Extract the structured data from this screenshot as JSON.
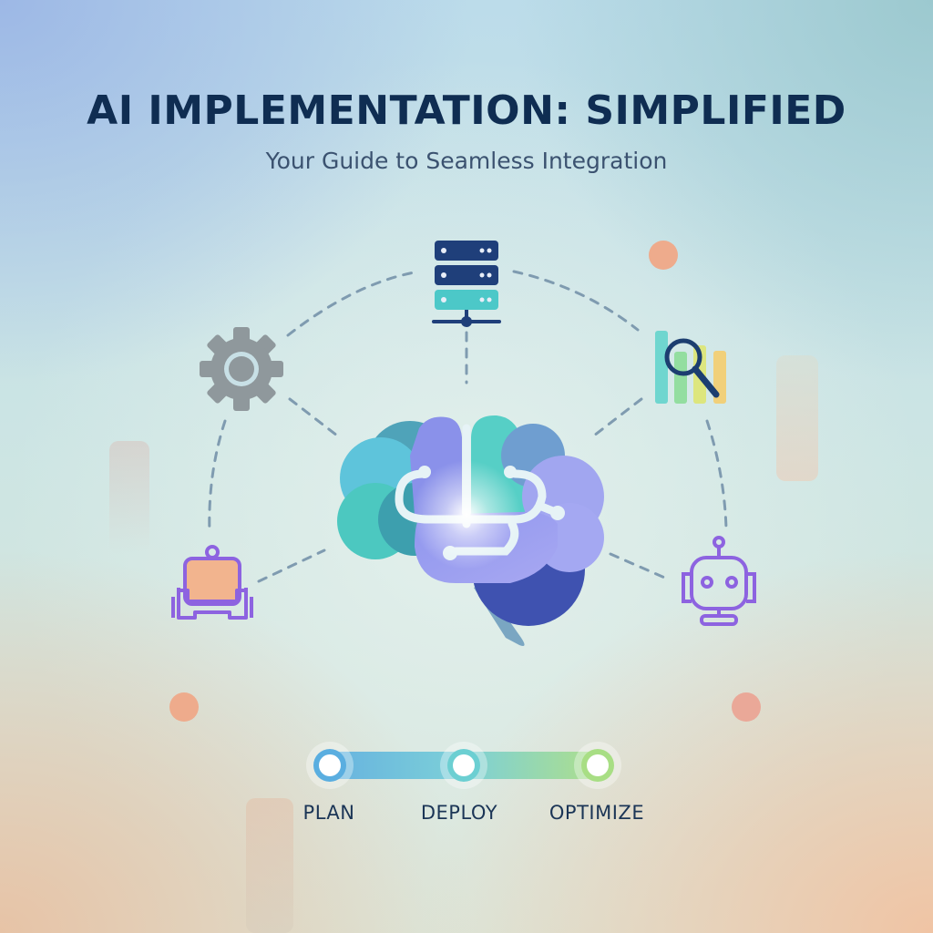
{
  "header": {
    "title": "AI IMPLEMENTATION: SIMPLIFIED",
    "subtitle": "Your Guide to Seamless Integration"
  },
  "diagram": {
    "center": {
      "icon": "brain-circuit-icon",
      "label": ""
    },
    "nodes": [
      {
        "id": "server",
        "icon": "server-icon",
        "position": "top"
      },
      {
        "id": "settings",
        "icon": "gear-icon",
        "position": "upper-left"
      },
      {
        "id": "analytics",
        "icon": "chart-search-icon",
        "position": "upper-right"
      },
      {
        "id": "device",
        "icon": "robot-device-icon",
        "position": "lower-left"
      },
      {
        "id": "bot",
        "icon": "robot-head-icon",
        "position": "lower-right"
      }
    ]
  },
  "timeline": {
    "steps": [
      {
        "label": "PLAN",
        "color": "#5aaee0"
      },
      {
        "label": "DEPLOY",
        "color": "#6ccfd2"
      },
      {
        "label": "OPTIMIZE",
        "color": "#a8de84"
      }
    ]
  },
  "colors": {
    "title": "#0f2d52",
    "navy": "#1f3f7a",
    "teal": "#4cc8c8",
    "purple": "#8d63e0",
    "accent_orange": "#eeab8c",
    "gear_gray": "#8f989c",
    "dash": "#7f9bb0"
  }
}
